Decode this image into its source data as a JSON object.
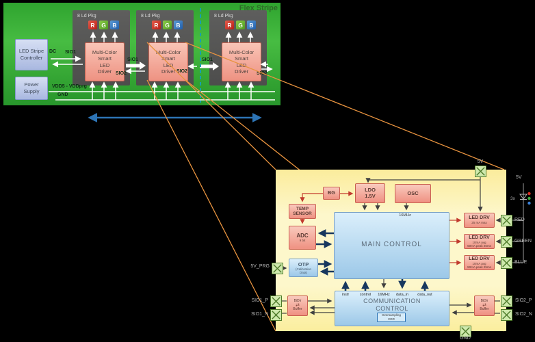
{
  "green_panel": {
    "title": "Flex Stripe",
    "controller_lines": [
      "LED Stripe",
      "Controller"
    ],
    "power_lines": [
      "Power",
      "Supply"
    ],
    "pkg_title": "8 Ld Pkg",
    "driver_lines": [
      "Multi-Color",
      "Smart",
      "LED",
      "Driver"
    ],
    "leds": [
      "R",
      "G",
      "B"
    ],
    "labels": {
      "dc": "DC",
      "sio1": "SIO1",
      "sio2": "SIO2",
      "vdd": "VDD5 - VDDprg",
      "gnd": "GND"
    }
  },
  "chip": {
    "blocks": {
      "bg": "BG",
      "ldo_lines": [
        "LDO",
        "1.5V"
      ],
      "osc": "OSC",
      "temp_lines": [
        "TEMP",
        "SENSOR"
      ],
      "adc": {
        "title": "ADC",
        "sub": "9 bit"
      },
      "otp": {
        "title": "OTP",
        "sub_lines": [
          "(Calibration",
          "Data)"
        ]
      },
      "main": {
        "title": "MAIN CONTROL",
        "clock": "16MHz"
      },
      "comm": {
        "title_lines": [
          "COMMUNICATION",
          "CONTROL"
        ],
        "ports": [
          "instr",
          "control",
          "16MHz",
          "data_in",
          "data_out"
        ],
        "cdr_lines": [
          "Oversampling",
          "CDR"
        ]
      },
      "led_drvs": [
        {
          "title": "LED DRV",
          "sub_lines": [
            "25 mA max"
          ]
        },
        {
          "title": "LED DRV",
          "sub_lines": [
            "10mA avg",
            "50mA peak 25ms"
          ]
        },
        {
          "title": "LED DRV",
          "sub_lines": [
            "10mA avg",
            "50mA peak 25ms"
          ]
        }
      ],
      "bidir": {
        "title": "BiDir",
        "glyph": "⇄",
        "sub": "Buffer"
      }
    },
    "pads": {
      "v5": "5V",
      "prg": "5V_PRG",
      "sio1p": "SIO1_P",
      "sio1n": "SIO1_N",
      "sio2p": "SIO2_P",
      "sio2n": "SIO2_N",
      "gnd": "GND",
      "red": "RED",
      "green": "GREEN",
      "blue": "BLUE"
    },
    "external": {
      "v5": "5V",
      "mult": "3x"
    }
  },
  "colors": {
    "panel_green": "#35a435",
    "panel_yellow": "#fdf3b0",
    "block_salmon": "#f2a191",
    "block_blue": "#aed4ef",
    "pad_green": "#cfe9ad",
    "callout_orange": "#e8933f",
    "span_arrow_blue": "#2d74b5",
    "bus_navy": "#17375e",
    "analog_red": "#c23b2e"
  }
}
